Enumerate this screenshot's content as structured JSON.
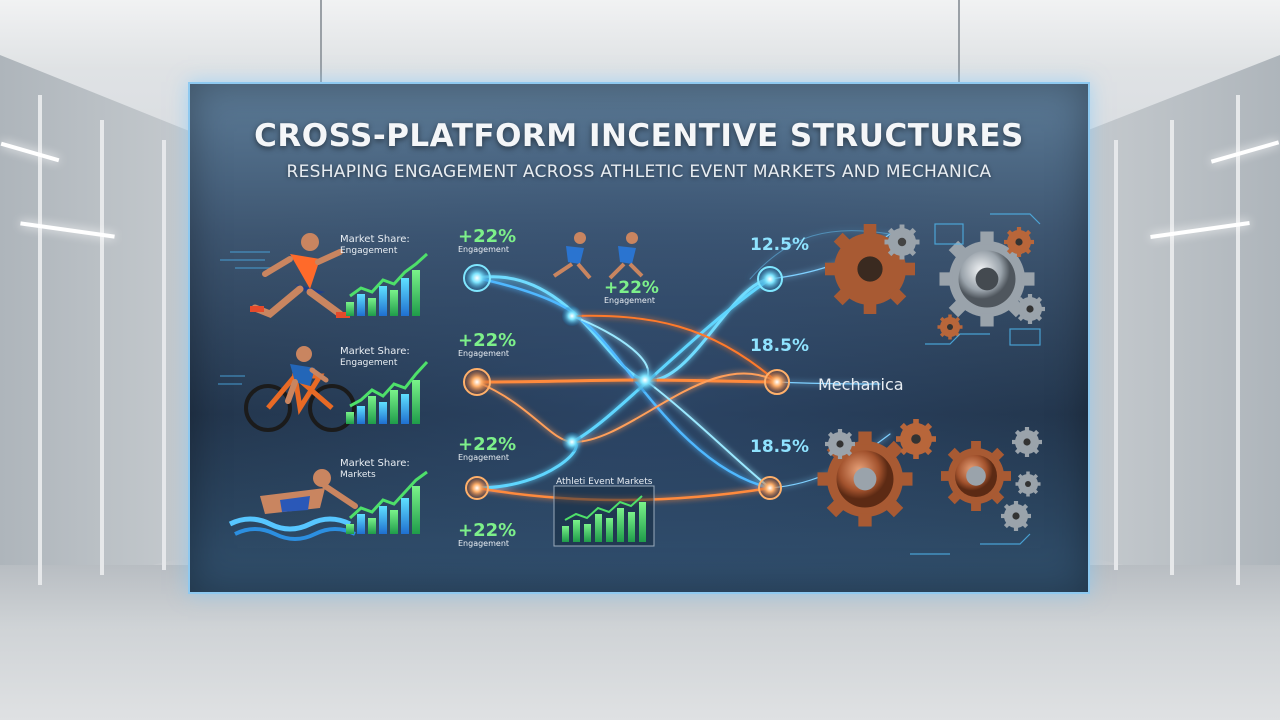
{
  "title": "CROSS-PLATFORM INCENTIVE STRUCTURES",
  "subtitle": "RESHAPING ENGAGEMENT ACROSS ATHLETIC EVENT MARKETS AND MECHANICA",
  "rows": [
    {
      "label_top": "Market Share:",
      "label_bottom": "Engagement",
      "pct": "+22%",
      "pct_label": "Engagement",
      "athlete": "runner"
    },
    {
      "label_top": "Market Share:",
      "label_bottom": "Engagement",
      "pct": "+22%",
      "pct_label": "Engagement",
      "athlete": "cyclist"
    },
    {
      "label_top": "Market Share:",
      "label_bottom": "Markets",
      "pct": "+22%",
      "pct_label": "Engagement",
      "athlete": "swimmer"
    }
  ],
  "center": {
    "runners_pct": "+22%",
    "runners_pct_label": "Engagement",
    "bottom_pct": "+22%",
    "bottom_pct_label": "Engagement",
    "chart_label": "Athleti Event Markets"
  },
  "right": {
    "pct_top": "12.5%",
    "pct_mid": "18.5%",
    "pct_bottom": "18.5%",
    "mechanica_label": "Mechanica"
  },
  "colors": {
    "glow_blue": "#5fd6ff",
    "glow_orange": "#ff8a3d",
    "green": "#4ee06a",
    "pct_green": "#7df08a",
    "pct_blue": "#8fe3ff",
    "frame": "#8ec9f0"
  },
  "icons": [
    "runner-icon",
    "cyclist-icon",
    "swimmer-icon",
    "gear-icon"
  ]
}
